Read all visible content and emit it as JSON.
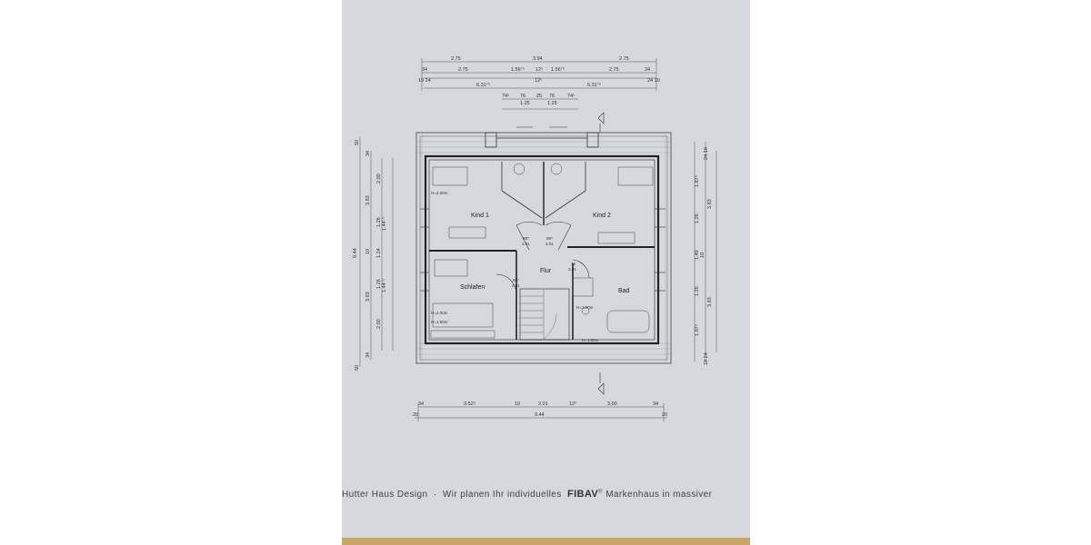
{
  "rooms": {
    "kind1": "Kind 1",
    "kind2": "Kind 2",
    "schlafen": "Schlafen",
    "flur": "Flur",
    "bad": "Bad"
  },
  "door_labels": {
    "d1_top": "88⁵",
    "d1_bot": "2.01",
    "d2_top": "88⁵",
    "d2_bot": "2.01",
    "d3_top": "88⁵",
    "d3_bot": "2.01",
    "d4_top": "76",
    "d4_bot": "2.01"
  },
  "top_dims": {
    "row1": [
      "2.75",
      "3.94",
      "2.75"
    ],
    "row2": [
      "34",
      "2.75",
      "1.56⁷⁵",
      "12⁵",
      "1.56⁷⁵",
      "2.75",
      "34"
    ],
    "row3": [
      "10 24",
      "12⁵",
      "24 10"
    ],
    "row4": [
      "6.31⁷⁵",
      "6.31⁷⁵"
    ],
    "row5": [
      "74⁵",
      "76",
      "25",
      "76",
      "74⁵"
    ],
    "row6": [
      "1.25",
      "1.25"
    ]
  },
  "bottom_dims": {
    "row1": [
      "34",
      "3.52⁵",
      "10",
      "2.01",
      "12⁵",
      "3.00",
      "34"
    ],
    "row2": [
      "20",
      "9.44",
      "20"
    ]
  },
  "left_dims": {
    "outer": [
      "50",
      "34",
      "3.83",
      "10",
      "3.83",
      "34",
      "50"
    ],
    "inner": [
      "2.00",
      "1.26",
      "1.24",
      "1.26",
      "2.00"
    ],
    "inner2": [
      "1.44⁷⁵",
      "1.44⁷⁵"
    ],
    "total": "9.44"
  },
  "right_dims": {
    "outer": [
      "24 10",
      "3.83",
      "10",
      "3.83",
      "10 24"
    ],
    "inner": [
      "1.87⁵",
      "1.26",
      "1.49",
      "1.26",
      "1.87⁵"
    ]
  },
  "annotations": {
    "wand": "H=2.00m",
    "wand2": "H=2.00m",
    "wand3": "H=1.50m",
    "wand4": "H=1.00m",
    "wand5": "H=1.00m"
  },
  "footer": {
    "left": "Hutter Haus Design",
    "middle": "Wir planen Ihr individuelles",
    "brand": "FIBAV",
    "right": "Markenhaus in massiver"
  }
}
